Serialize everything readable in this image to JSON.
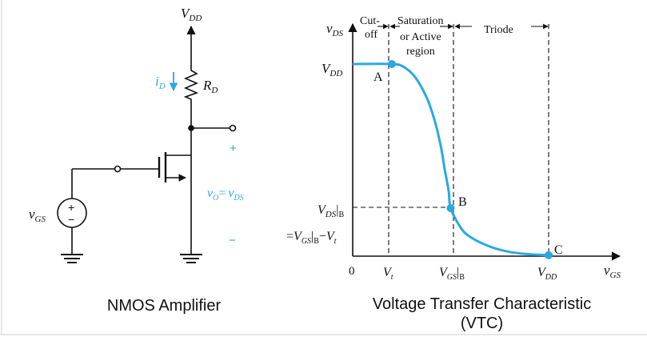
{
  "captions": {
    "left": "NMOS Amplifier",
    "right_line1": "Voltage Transfer Characteristic",
    "right_line2": "(VTC)"
  },
  "circuit": {
    "vdd_main": "V",
    "vdd_sub": "DD",
    "id_main": "i",
    "id_sub": "D",
    "rd_main": "R",
    "rd_sub": "D",
    "plus": "+",
    "minus": "−",
    "vo_main": "v",
    "vo_sub": "O",
    "vo_eq": "=",
    "vds_main": "v",
    "vds_sub": "DS",
    "vgs_main": "v",
    "vgs_sub": "GS",
    "src_plus": "+",
    "src_minus": "−",
    "accent_color": "#29a9e0"
  },
  "chart_data": {
    "type": "line",
    "title": "Voltage Transfer Characteristic (VTC)",
    "x_axis": {
      "main": "v",
      "sub": "GS"
    },
    "y_axis": {
      "main": "v",
      "sub": "DS"
    },
    "origin": "0",
    "regions": [
      {
        "line1": "Cut-",
        "line2": "off"
      },
      {
        "line1": "Saturation",
        "line2": "or Active",
        "line3": "region"
      },
      {
        "line1": "Triode"
      }
    ],
    "x_ticks": {
      "vt_main": "V",
      "vt_sub": "t",
      "vgsb_main": "V",
      "vgsb_sub": "GS",
      "vgsb_bar": "|",
      "vgsb_b": "B",
      "vdd_main": "V",
      "vdd_sub": "DD"
    },
    "y_ticks": {
      "vdd_main": "V",
      "vdd_sub": "DD",
      "vdsb_main": "V",
      "vdsb_sub": "DS",
      "vdsb_bar": "|",
      "vdsb_b": "B",
      "eq_prefix": "=",
      "eq_v1": "V",
      "eq_sub1": "GS",
      "eq_bar": "|",
      "eq_b": "B",
      "eq_minus": "−",
      "eq_v2": "V",
      "eq_sub2": "t"
    },
    "points": [
      {
        "label": "A",
        "x": 0.2,
        "y": 1.0
      },
      {
        "label": "B",
        "x": 0.5,
        "y": 0.25
      },
      {
        "label": "C",
        "x": 1.0,
        "y": 0.005
      }
    ],
    "curve": [
      [
        0.0,
        1.0
      ],
      [
        0.2,
        1.0
      ],
      [
        0.26,
        0.985
      ],
      [
        0.32,
        0.93
      ],
      [
        0.38,
        0.82
      ],
      [
        0.42,
        0.7
      ],
      [
        0.45,
        0.57
      ],
      [
        0.47,
        0.45
      ],
      [
        0.49,
        0.34
      ],
      [
        0.5,
        0.25
      ],
      [
        0.55,
        0.15
      ],
      [
        0.6,
        0.1
      ],
      [
        0.7,
        0.05
      ],
      [
        0.8,
        0.022
      ],
      [
        0.9,
        0.01
      ],
      [
        1.0,
        0.005
      ]
    ],
    "curve_color": "#29a9e0"
  }
}
